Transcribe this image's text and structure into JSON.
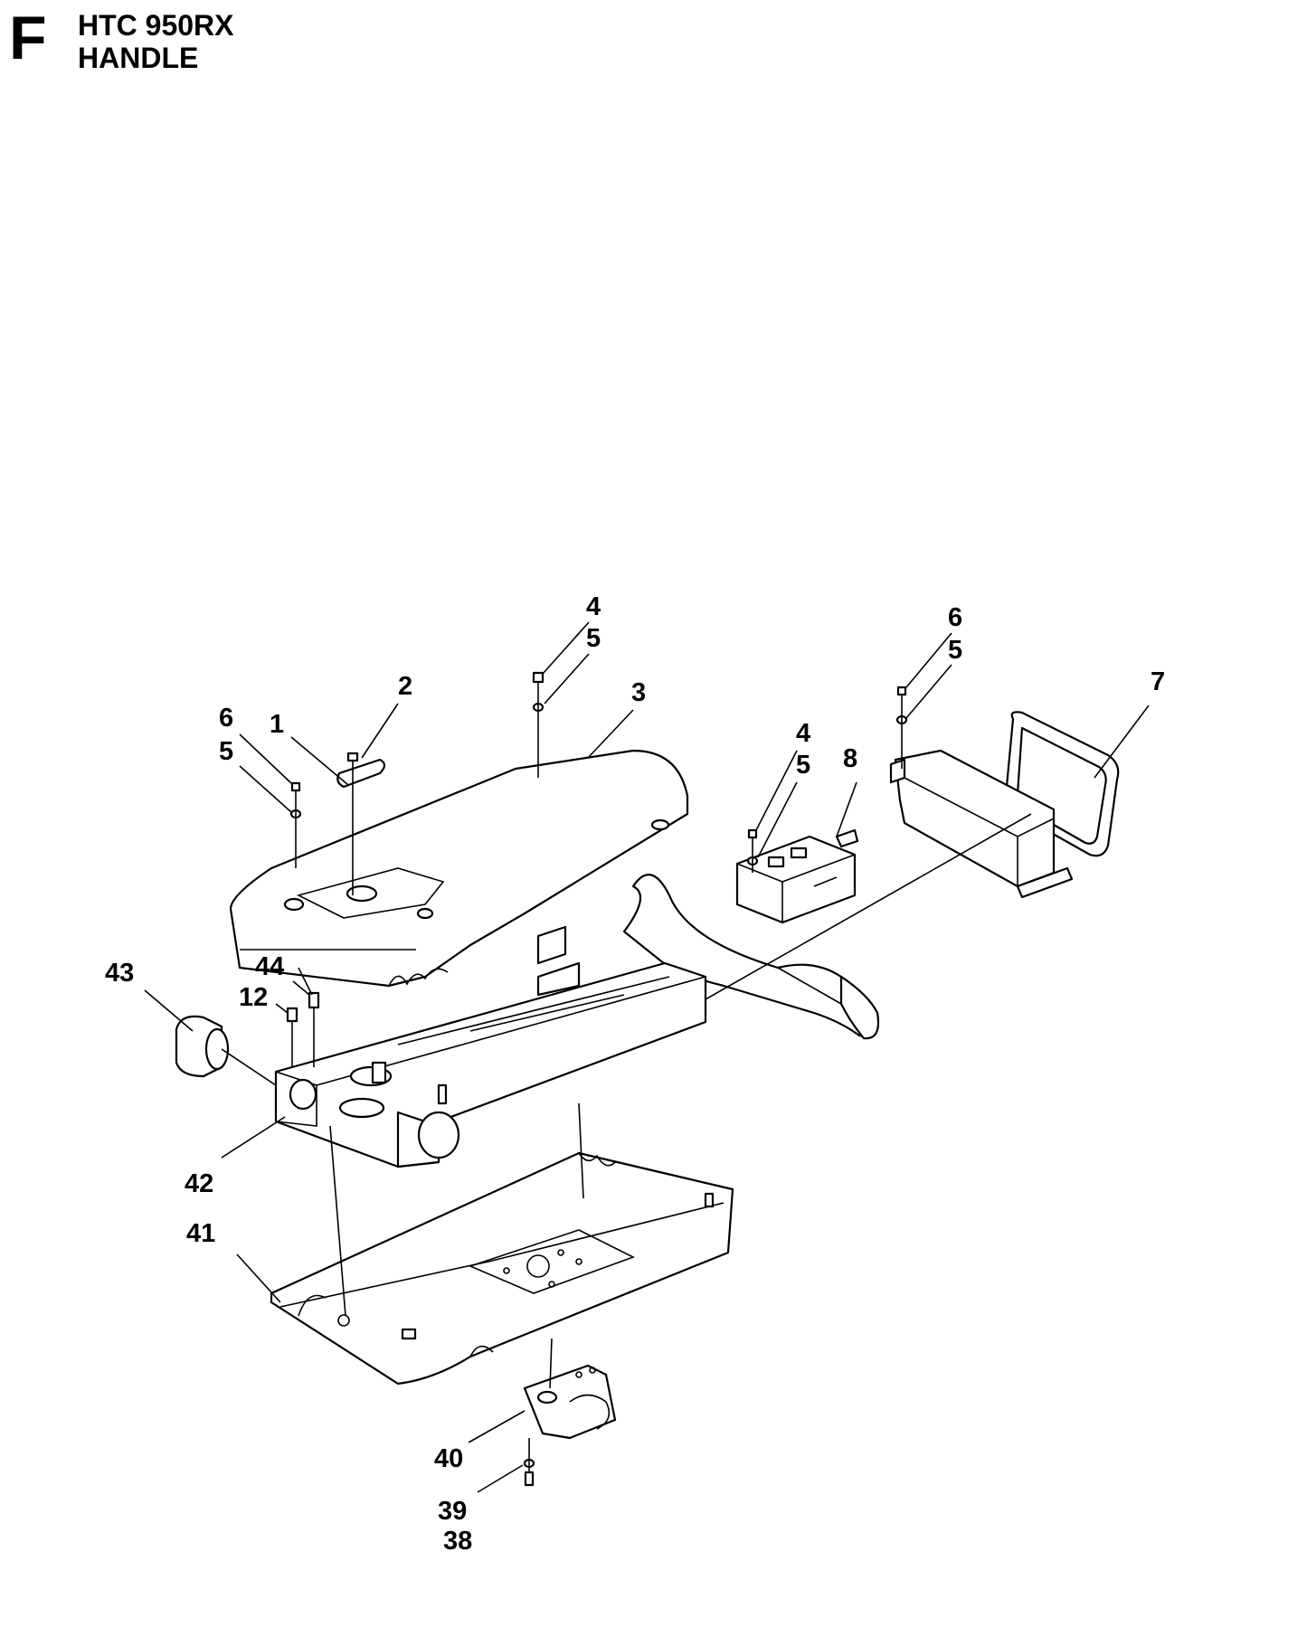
{
  "header": {
    "section_letter": "F",
    "model": "HTC 950RX",
    "assembly": "HANDLE"
  },
  "callouts": [
    {
      "id": "c1",
      "text": "1"
    },
    {
      "id": "c2",
      "text": "2"
    },
    {
      "id": "c3",
      "text": "3"
    },
    {
      "id": "c4a",
      "text": "4"
    },
    {
      "id": "c5a",
      "text": "5"
    },
    {
      "id": "c6a",
      "text": "6"
    },
    {
      "id": "c5b",
      "text": "5"
    },
    {
      "id": "c6b",
      "text": "6"
    },
    {
      "id": "c5c",
      "text": "5"
    },
    {
      "id": "c7",
      "text": "7"
    },
    {
      "id": "c4b",
      "text": "4"
    },
    {
      "id": "c5d",
      "text": "5"
    },
    {
      "id": "c8",
      "text": "8"
    },
    {
      "id": "c43",
      "text": "43"
    },
    {
      "id": "c44",
      "text": "44"
    },
    {
      "id": "c12",
      "text": "12"
    },
    {
      "id": "c42",
      "text": "42"
    },
    {
      "id": "c41",
      "text": "41"
    },
    {
      "id": "c40",
      "text": "40"
    },
    {
      "id": "c39",
      "text": "39"
    },
    {
      "id": "c38",
      "text": "38"
    }
  ]
}
